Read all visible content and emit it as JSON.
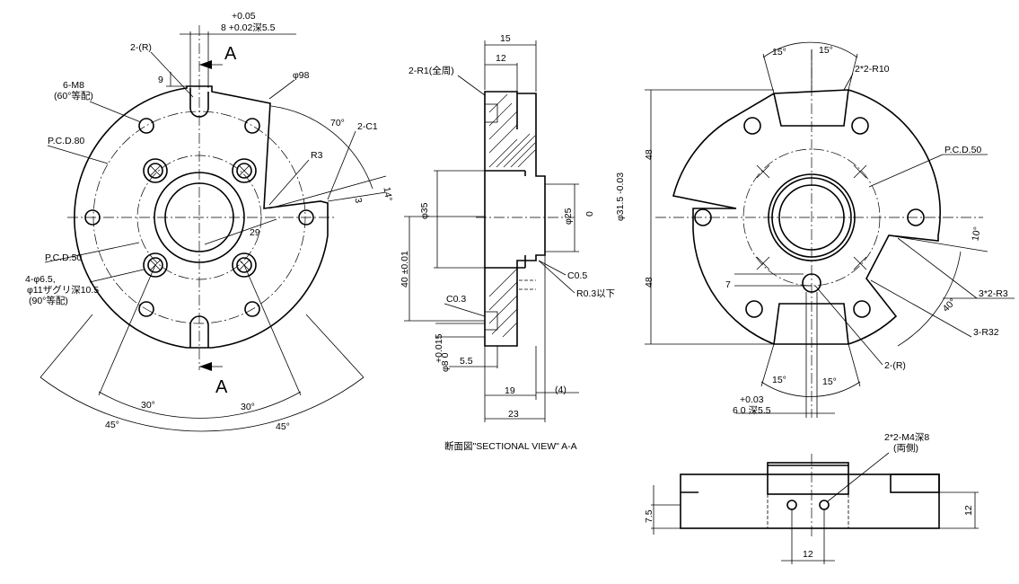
{
  "front_view": {
    "section_mark_top": "A",
    "section_mark_bottom": "A",
    "keyway_width_tol": "+0.05",
    "keyway_width": "8 +0.02深5.5",
    "r2": "2-(R)",
    "dim_9": "9",
    "m8_a": "6-M8",
    "m8_b": "(60°等配)",
    "dia98": "φ98",
    "ang70": "70°",
    "c1": "2-C1",
    "pcd80": "P.C.D.80",
    "r3": "R3",
    "ang14": "14°",
    "dim3": "3",
    "dim29": "29",
    "pcd50": "P.C.D.50",
    "h1": "4-φ6.5,",
    "h2": "φ11ザグリ深10.5",
    "h3": "(90°等配)",
    "a30l": "30°",
    "a30r": "30°",
    "a45l": "45°",
    "a45r": "45°"
  },
  "section_view": {
    "d15": "15",
    "d12": "12",
    "r1": "2-R1(全周)",
    "d35": "φ35",
    "d25": "φ25",
    "d31_0": "0",
    "d31": "φ31.5 -0.03",
    "d40": "40 ±0.01",
    "c05": "C0.5",
    "r03": "R0.3以下",
    "c03": "C0.3",
    "d8_tol": "+0.015",
    "d8": "φ8 0",
    "d55": "5.5",
    "d19": "19",
    "d4": "(4)",
    "d23": "23",
    "title": "断面図\"SECTIONAL VIEW\" A-A"
  },
  "back_view": {
    "a15a": "15°",
    "a15b": "15°",
    "r10": "2*2-R10",
    "d48t": "48",
    "d48b": "48",
    "pcd": "P.C.D.50",
    "a10": "10°",
    "r3": "3*2-R3",
    "a40": "40°",
    "r32": "3-R32",
    "d7": "7",
    "a15c": "15°",
    "a15d": "15°",
    "r2": "2-(R)",
    "d6_tol": "+0.03",
    "d6": "6  0   深5.5"
  },
  "bottom_view": {
    "m4": "2*2-M4深8",
    "m4b": "(両側)",
    "d75": "7.5",
    "d12r": "12",
    "d12b": "12"
  }
}
